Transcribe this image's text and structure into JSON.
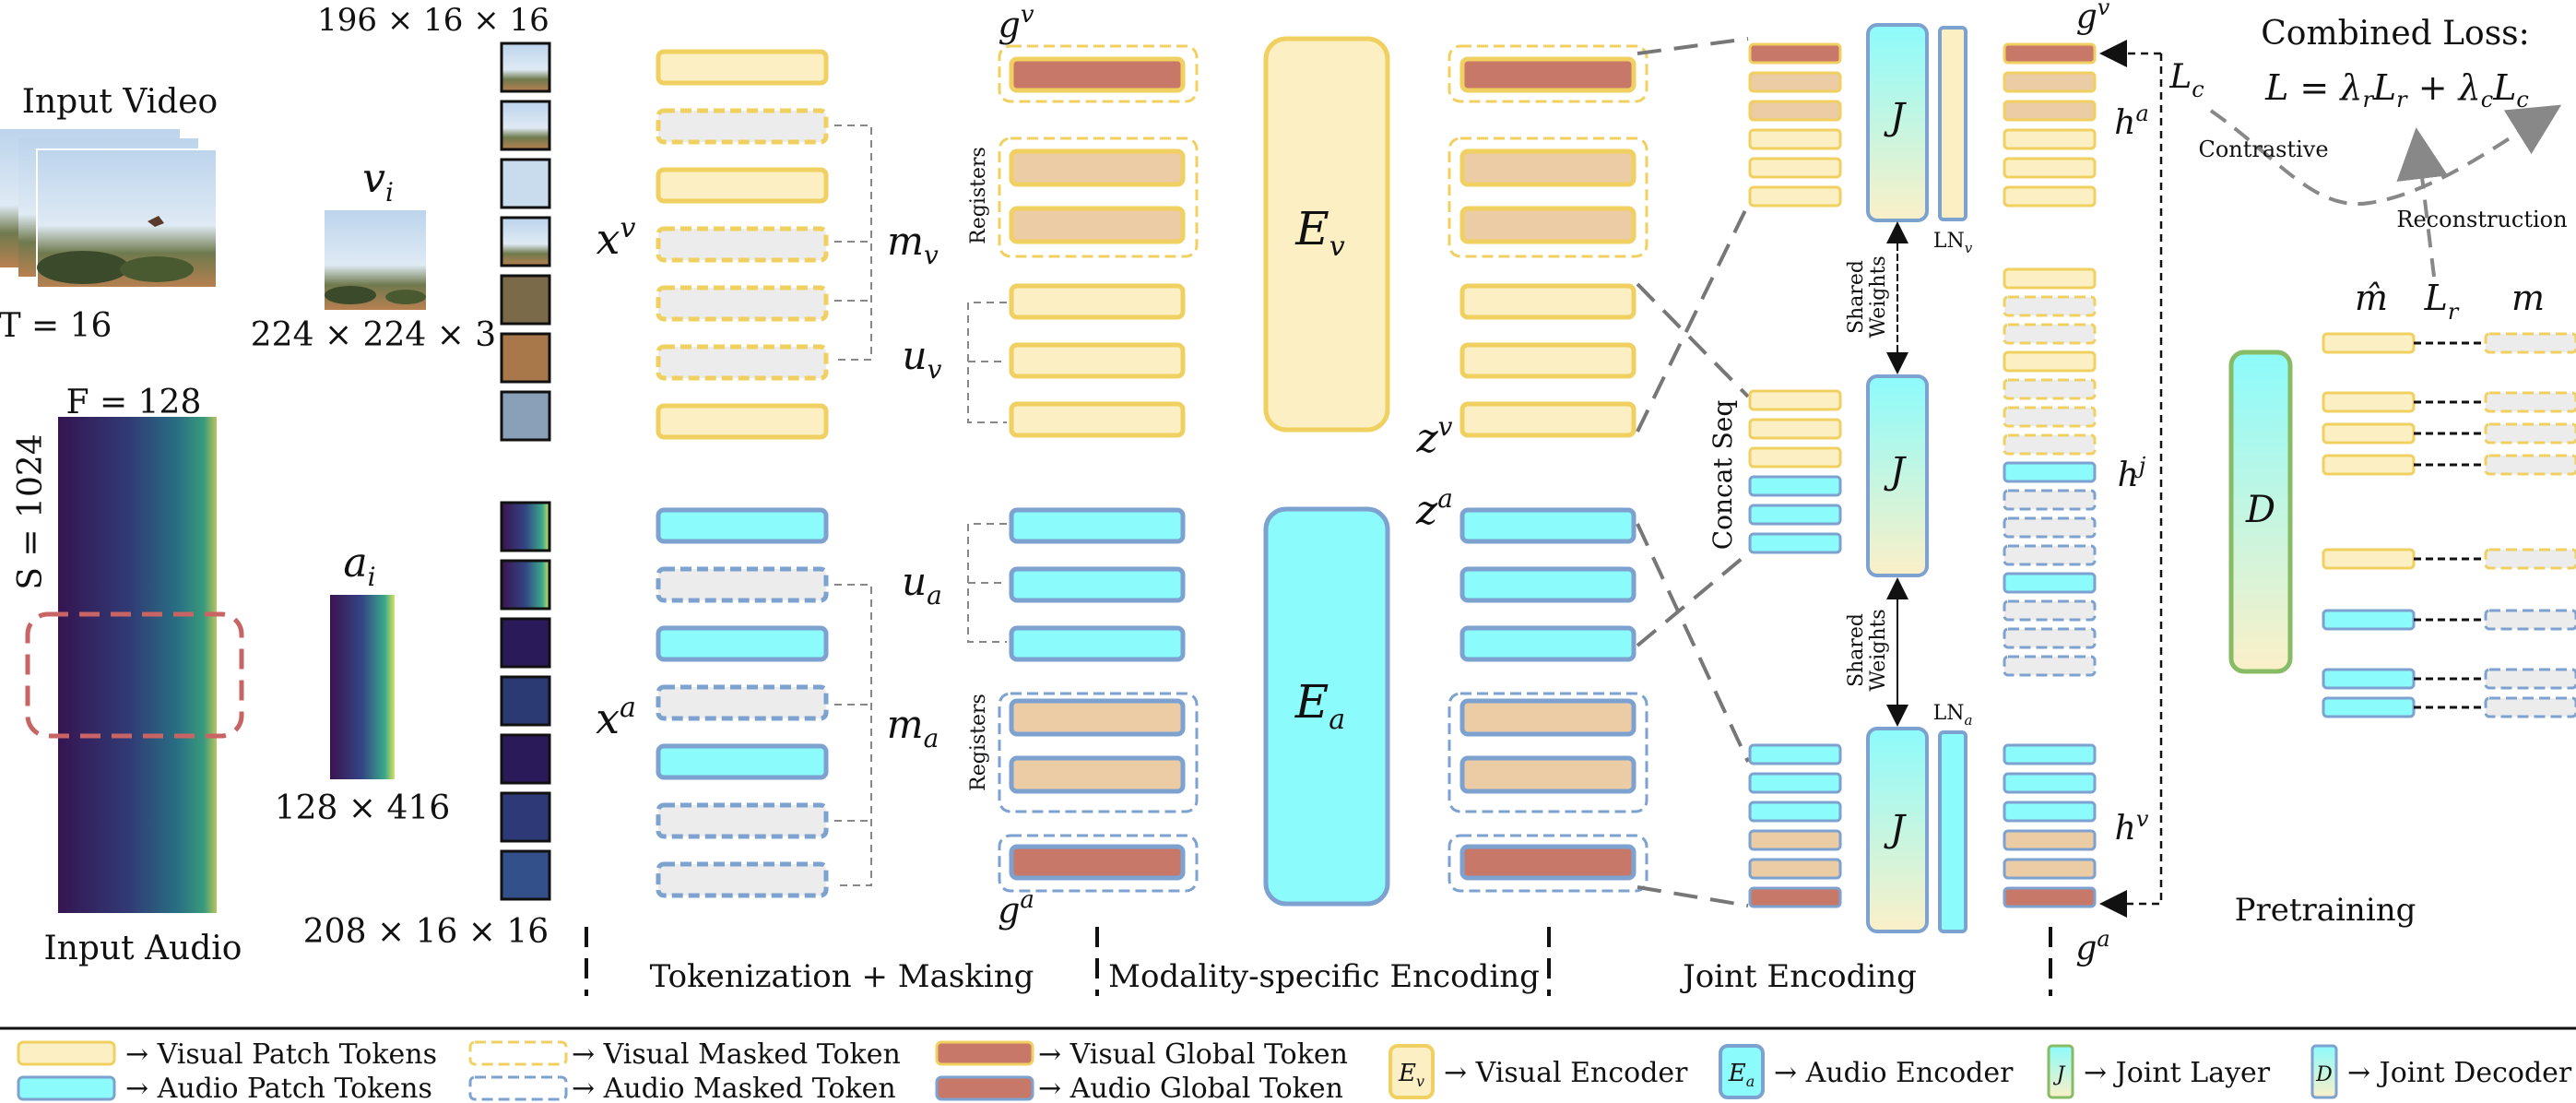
{
  "input": {
    "video_title": "Input Video",
    "video_frames": "T = 16",
    "video_tokens_dim": "196 × 16 × 16",
    "video_var": "v",
    "video_var_sub": "i",
    "video_dim": "224 × 224 × 3",
    "audio_title": "Input Audio",
    "audio_freq": "F = 128",
    "audio_len": "S = 1024",
    "audio_var": "a",
    "audio_var_sub": "i",
    "audio_dim": "128 × 416",
    "audio_tokens_dim": "208 × 16 × 16"
  },
  "masking": {
    "xv": "x",
    "xv_sup": "v",
    "xa": "x",
    "xa_sup": "a",
    "mv": "m",
    "mv_sub": "v",
    "ma": "m",
    "ma_sub": "a",
    "uv": "u",
    "uv_sub": "v",
    "ua": "u",
    "ua_sub": "a"
  },
  "encoding": {
    "gv": "g",
    "gv_sup": "v",
    "ga": "g",
    "ga_sup": "a",
    "registers_label": "Registers",
    "ev": "E",
    "ev_sub": "v",
    "ea": "E",
    "ea_sub": "a",
    "zv": "z",
    "zv_sup": "v",
    "za": "z",
    "za_sup": "a"
  },
  "joint": {
    "j_label": "J",
    "shared_weights_line1": "Shared",
    "shared_weights_line2": "Weights",
    "concat_seq": "Concat Seq",
    "ln_v": "LN",
    "ln_v_sub": "v",
    "ln_a": "LN",
    "ln_a_sub": "a",
    "ha": "h",
    "ha_sup": "a",
    "hj": "h",
    "hj_sup": "j",
    "hv": "h",
    "hv_sup": "v",
    "gv": "g",
    "gv_sup": "v",
    "ga": "g",
    "ga_sup": "a",
    "lc": "L",
    "lc_sub": "c"
  },
  "pretraining": {
    "combined_loss_title": "Combined Loss:",
    "combined_loss_formula": "L = λ_r L_r + λ_c L_c",
    "contrastive": "Contrastive",
    "reconstruction": "Reconstruction",
    "m_hat": "m̂",
    "lr": "L",
    "lr_sub": "r",
    "m": "m",
    "d_label": "D",
    "pretraining_label": "Pretraining"
  },
  "stages": {
    "tokenization": "Tokenization + Masking",
    "modality": "Modality-specific Encoding",
    "joint": "Joint Encoding"
  },
  "legend": {
    "visual_patch": "→ Visual Patch Tokens",
    "audio_patch": "→ Audio Patch Tokens",
    "visual_masked": "→ Visual Masked Token",
    "audio_masked": "→ Audio Masked Token",
    "visual_global": "→ Visual Global Token",
    "audio_global": "→ Audio Global Token",
    "visual_encoder_sym": "E",
    "visual_encoder_sub": "v",
    "visual_encoder": "→ Visual Encoder",
    "audio_encoder_sym": "E",
    "audio_encoder_sub": "a",
    "audio_encoder": "→ Audio Encoder",
    "joint_layer_sym": "J",
    "joint_layer": "→ Joint Layer",
    "joint_decoder_sym": "D",
    "joint_decoder": "→ Joint Decoder"
  },
  "colors": {
    "visual_fill": "#fcefc4",
    "visual_stroke": "#f0d060",
    "audio_fill": "#8cfbfb",
    "audio_stroke": "#7ea2d0",
    "global_fill": "#c87868",
    "register_fill": "#eccca4",
    "masked_fill": "#ececec",
    "spectrogram_dark": "#3a1350",
    "spectrogram_light": "#c8e060"
  }
}
